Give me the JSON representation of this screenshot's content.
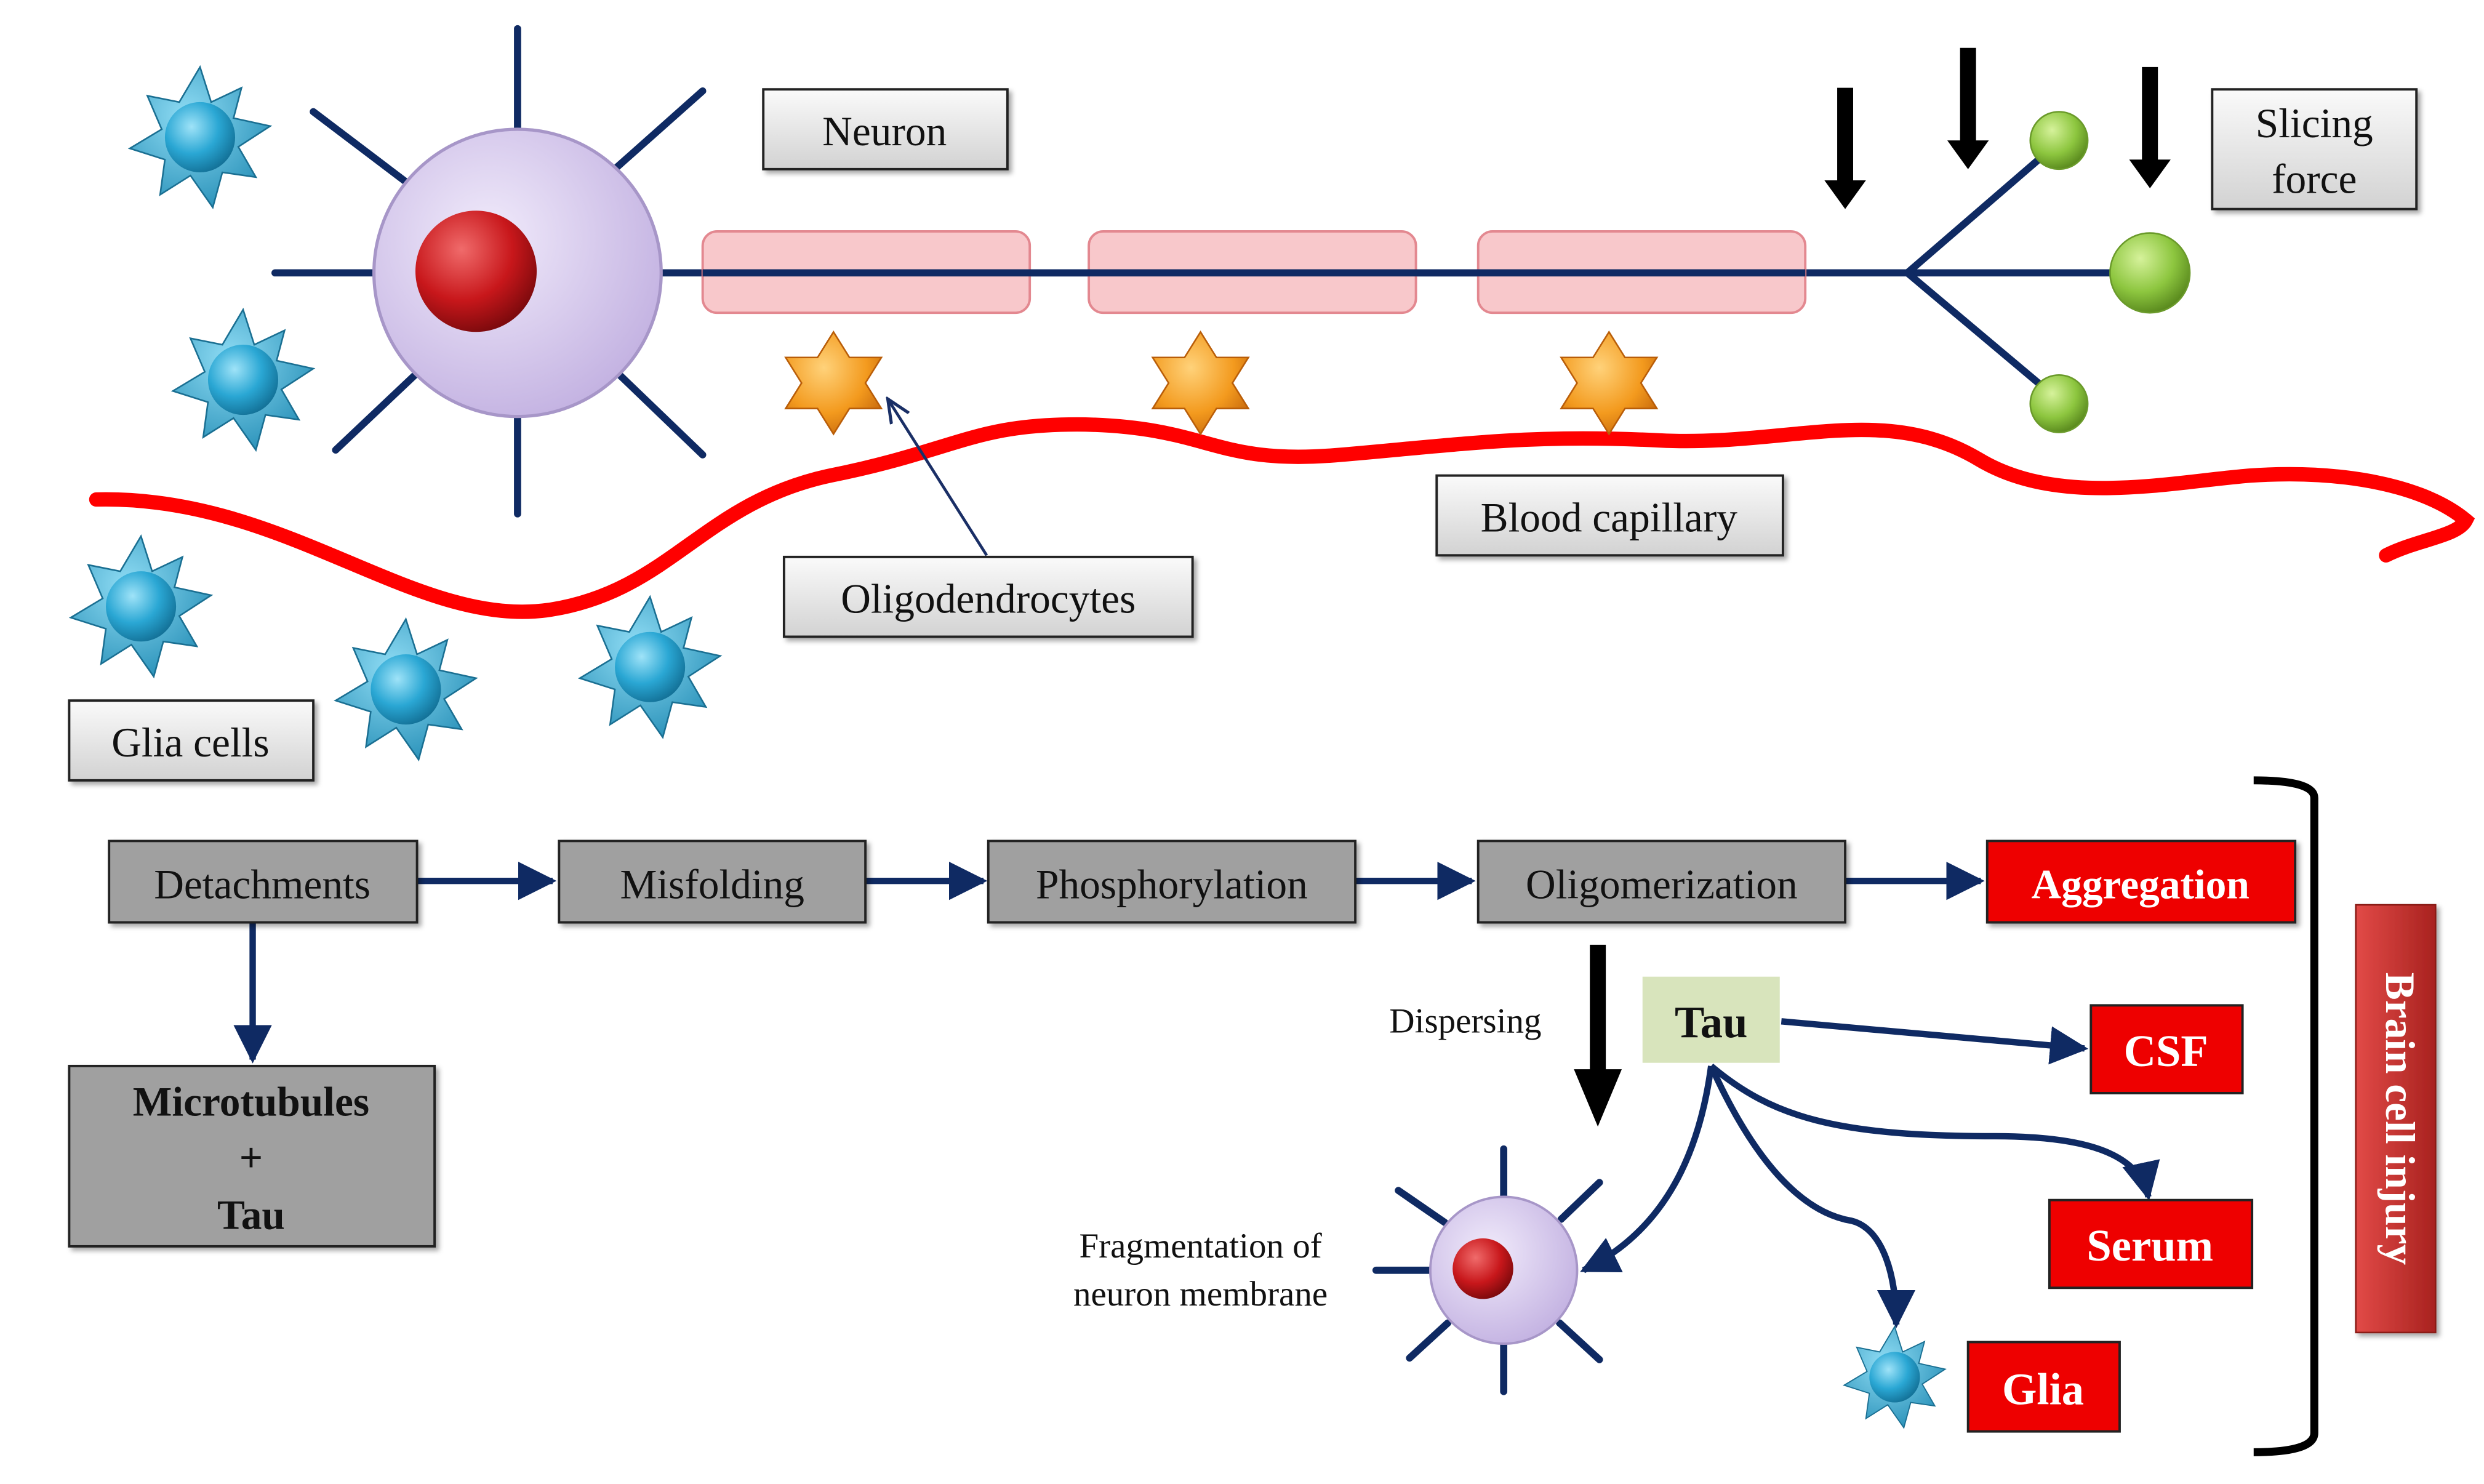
{
  "labels": {
    "neuron": "Neuron",
    "slicing_force_line1": "Slicing",
    "slicing_force_line2": "force",
    "blood_capillary": "Blood capillary",
    "oligodendrocytes": "Oligodendrocytes",
    "glia_cells": "Glia cells",
    "dispersing": "Dispersing",
    "fragmentation_line1": "Fragmentation of",
    "fragmentation_line2": "neuron membrane",
    "brain_cell_injury": "Brain cell injury"
  },
  "flow_steps": [
    "Detachments",
    "Misfolding",
    "Phosphorylation",
    "Oligomerization",
    "Aggregation"
  ],
  "microtubules": {
    "line1": "Microtubules",
    "line2": "+",
    "line3": "Tau"
  },
  "tau_label": "Tau",
  "destinations": {
    "csf": "CSF",
    "serum": "Serum",
    "glia": "Glia"
  },
  "colors": {
    "outcome_red": "#ee0000",
    "injury_red": "#c0312e",
    "navy": "#0f2a63",
    "capillary_red": "#ff0000",
    "grey_box": "#9e9e9e",
    "tau_box": "#d8e4bc",
    "glia_blue": "#2aa7d4",
    "oligodendrocyte_orange": "#f39a1e",
    "terminal_green": "#8dc63f",
    "neuron_lilac": "#dcd0ee",
    "nucleus_red": "#c8171b",
    "myelin_pink": "#f8c3c6"
  }
}
